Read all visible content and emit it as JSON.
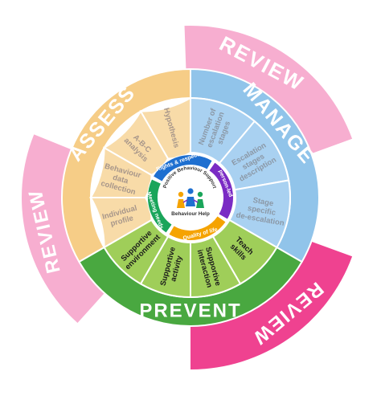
{
  "colors": {
    "assess_outer": "#f6cd87",
    "assess_inner": "#f8dba8",
    "manage_outer": "#91c4ea",
    "manage_inner": "#a9d1f1",
    "prevent_outer": "#49a840",
    "prevent_inner": "#9fce59",
    "review_light": "#f7aed0",
    "review_dark": "#ef4290",
    "assess_text": "#a7968a",
    "manage_text": "#8b98a6",
    "prevent_text": "#1a1a1a",
    "arrow_blue": "#1e6fd0",
    "arrow_purple": "#7a2bc4",
    "arrow_orange": "#f5a300",
    "arrow_green": "#1aa55a"
  },
  "stages": {
    "assess": "ASSESS",
    "manage": "MANAGE",
    "prevent": "PREVENT",
    "review": "REVIEW"
  },
  "segments": {
    "assess": [
      "Hypothesis",
      "A-B-C analysis",
      "Behaviour data collection",
      "Individual profile"
    ],
    "manage": [
      "Number of escalation stages",
      "Escalation stages description",
      "Stage specific de-escalation"
    ],
    "prevent": [
      "Teach skills",
      "Supportive interaction",
      "Supportive activity",
      "Supportive environment"
    ]
  },
  "hub": {
    "arc_title": "Positive Behaviour Support",
    "brand": "Behaviour Help",
    "values": [
      "Rights & respect",
      "person-led",
      "Quality of life",
      "Meeting needs"
    ]
  }
}
